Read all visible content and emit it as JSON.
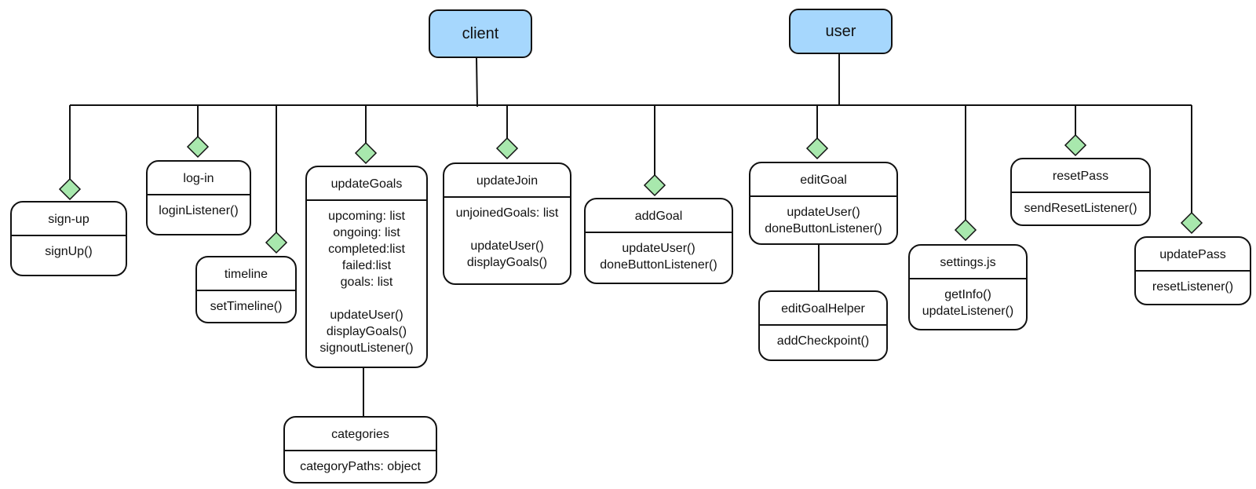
{
  "roots": {
    "client": "client",
    "user": "user"
  },
  "classes": {
    "signup": {
      "name": "sign-up",
      "members": [
        "signUp()"
      ]
    },
    "login": {
      "name": "log-in",
      "members": [
        "loginListener()"
      ]
    },
    "timeline": {
      "name": "timeline",
      "members": [
        "setTimeline()"
      ]
    },
    "updategoals": {
      "name": "updateGoals",
      "members": [
        "upcoming: list",
        "ongoing: list",
        "completed:list",
        "failed:list",
        "goals: list",
        "",
        "updateUser()",
        "displayGoals()",
        "signoutListener()"
      ]
    },
    "categories": {
      "name": "categories",
      "members": [
        "categoryPaths: object"
      ]
    },
    "updatejoin": {
      "name": "updateJoin",
      "members": [
        "unjoinedGoals: list",
        "",
        "updateUser()",
        "displayGoals()"
      ]
    },
    "addgoal": {
      "name": "addGoal",
      "members": [
        "updateUser()",
        "doneButtonListener()"
      ]
    },
    "editgoal": {
      "name": "editGoal",
      "members": [
        "updateUser()",
        "doneButtonListener()"
      ]
    },
    "editgoalhelper": {
      "name": "editGoalHelper",
      "members": [
        "addCheckpoint()"
      ]
    },
    "settings": {
      "name": "settings.js",
      "members": [
        "getInfo()",
        "updateListener()"
      ]
    },
    "resetpass": {
      "name": "resetPass",
      "members": [
        "sendResetListener()"
      ]
    },
    "updatepass": {
      "name": "updatePass",
      "members": [
        "resetListener()"
      ]
    }
  },
  "colors": {
    "root_fill": "#a6d7fd",
    "diamond_fill": "#a8e8ad",
    "line": "#111111"
  }
}
